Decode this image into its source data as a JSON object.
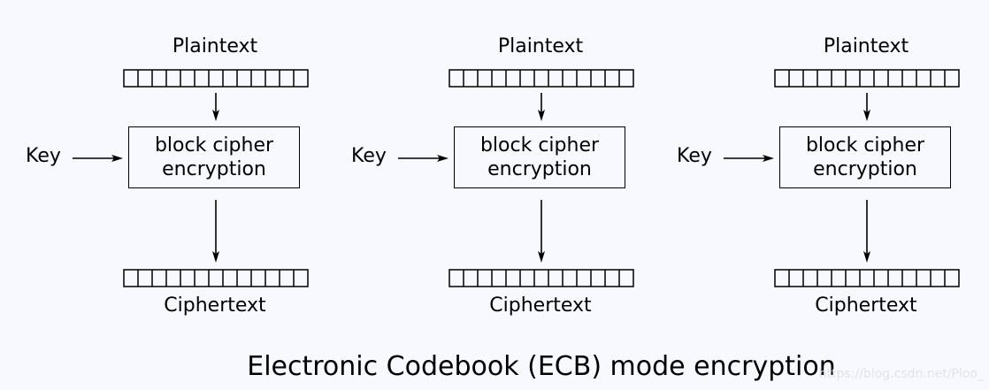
{
  "diagram": {
    "blocks": [
      {
        "plaintext_label": "Plaintext",
        "cipher_line1": "block cipher",
        "cipher_line2": "encryption",
        "key_label": "Key",
        "ciphertext_label": "Ciphertext"
      },
      {
        "plaintext_label": "Plaintext",
        "cipher_line1": "block cipher",
        "cipher_line2": "encryption",
        "key_label": "Key",
        "ciphertext_label": "Ciphertext"
      },
      {
        "plaintext_label": "Plaintext",
        "cipher_line1": "block cipher",
        "cipher_line2": "encryption",
        "key_label": "Key",
        "ciphertext_label": "Ciphertext"
      }
    ],
    "caption": "Electronic Codebook (ECB) mode encryption",
    "watermark": "https://blog.csdn.net/Ploo_",
    "bits_per_block": 13,
    "colors": {
      "background": "#f8f9ff",
      "line": "#000000",
      "watermark": "#e1e3ea"
    }
  }
}
